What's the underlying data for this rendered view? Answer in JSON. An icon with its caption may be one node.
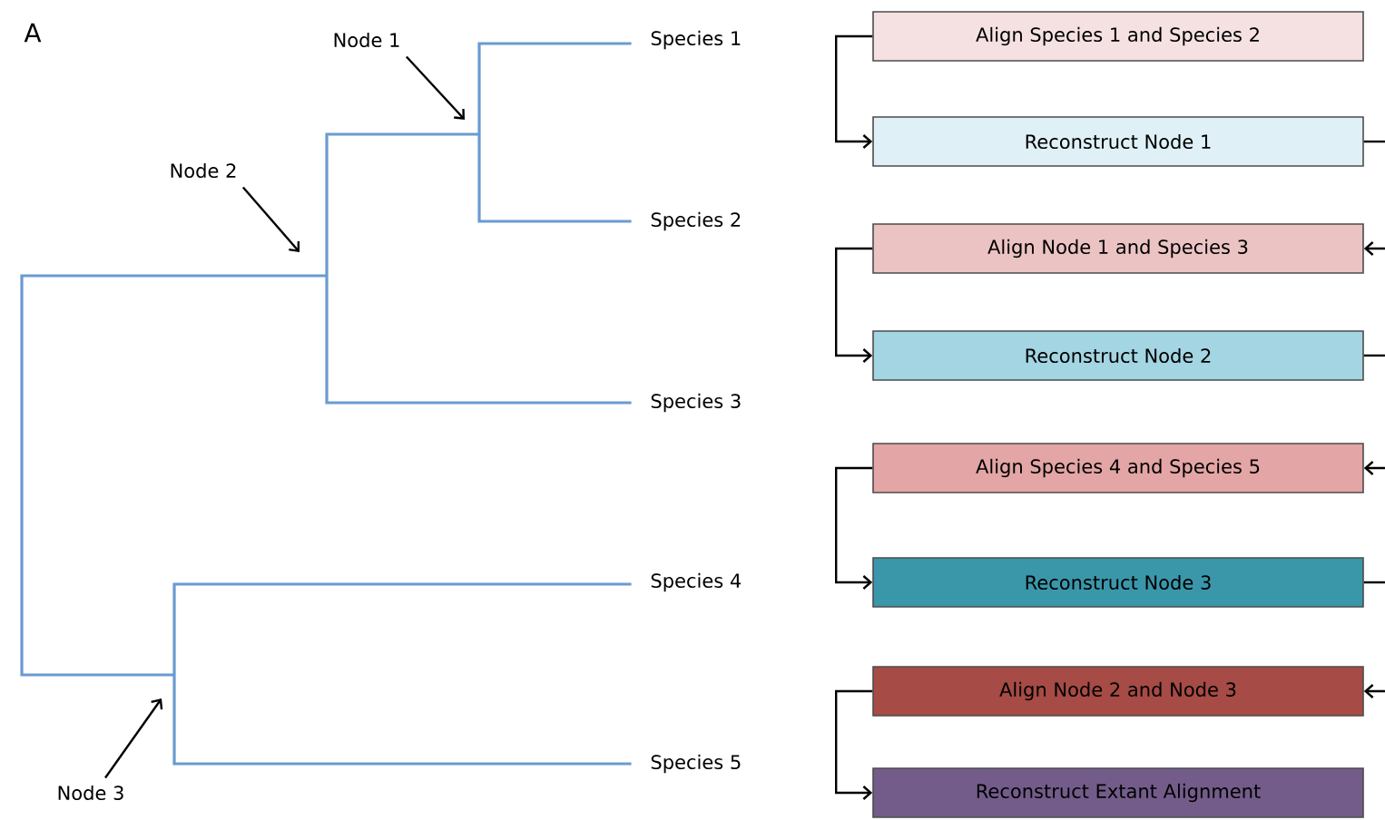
{
  "diagram": {
    "nodes": [
      {
        "text": [
          "Node 1"
        ]
      },
      {
        "text": [
          "Node 2"
        ]
      },
      {
        "text": [
          "Node 3"
        ]
      },
      {
        "text": [
          "Species 1"
        ]
      },
      {
        "text": [
          "Species 2"
        ]
      },
      {
        "text": [
          "Species 3"
        ]
      },
      {
        "text": [
          "Species 4"
        ]
      },
      {
        "text": [
          "Species 5"
        ]
      },
      {
        "text": [
          "Align Species 1 and Species 2"
        ]
      },
      {
        "text": [
          "Reconstruct Node 1"
        ]
      },
      {
        "text": [
          "Align Node 1 and Species 3"
        ]
      },
      {
        "text": [
          "Reconstruct Node 2"
        ]
      },
      {
        "text": [
          "Align Species 4 and Species 5"
        ]
      },
      {
        "text": [
          "Reconstruct Node 3"
        ]
      },
      {
        "text": [
          "Align Node 2 and Node 3"
        ]
      },
      {
        "text": [
          "Reconstruct Extant Alignment"
        ]
      }
    ],
    "edges": [
      {
        "from": 0,
        "to": null,
        "arrow": "to"
      },
      {
        "from": 1,
        "to": null,
        "arrow": "to"
      },
      {
        "from": 2,
        "to": null,
        "arrow": "to"
      },
      {
        "from": 8,
        "to": 9,
        "arrow": "to"
      },
      {
        "from": 9,
        "to": null,
        "arrow": "none"
      },
      {
        "from": null,
        "to": 10,
        "arrow": "to"
      },
      {
        "from": 10,
        "to": 11,
        "arrow": "to"
      },
      {
        "from": 11,
        "to": null,
        "arrow": "none"
      },
      {
        "from": null,
        "to": 12,
        "arrow": "to"
      },
      {
        "from": 12,
        "to": 13,
        "arrow": "to"
      },
      {
        "from": 13,
        "to": null,
        "arrow": "none"
      },
      {
        "from": null,
        "to": 14,
        "arrow": "to"
      },
      {
        "from": 14,
        "to": 15,
        "arrow": "to"
      }
    ],
    "labels": [
      "A"
    ]
  }
}
